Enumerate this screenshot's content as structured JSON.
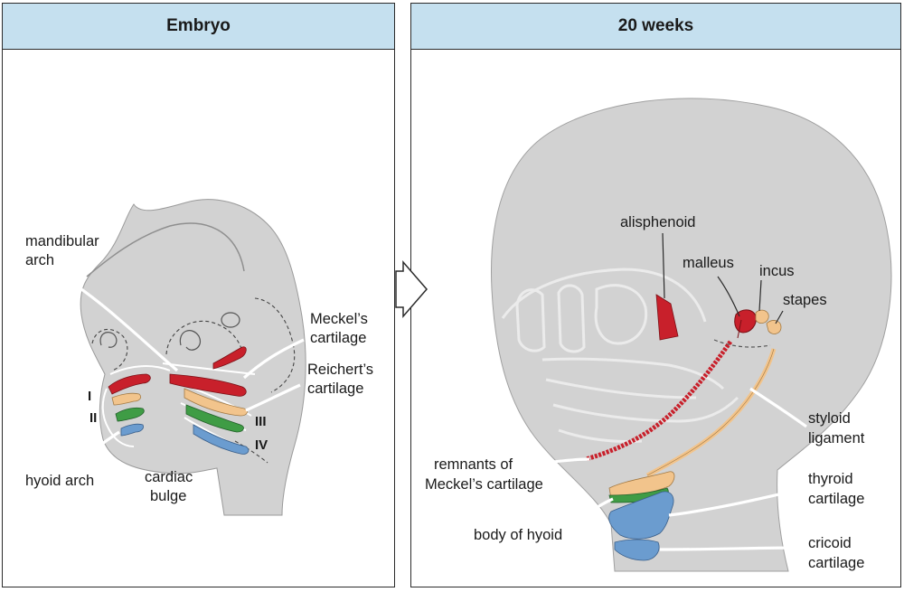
{
  "panels": {
    "left": {
      "title": "Embryo"
    },
    "right": {
      "title": "20 weeks"
    }
  },
  "labels": {
    "mandibular_arch": [
      "mandibular",
      "arch"
    ],
    "meckels_cartilage": [
      "Meckel’s",
      "cartilage"
    ],
    "reicherts_cartilage": [
      "Reichert’s",
      "cartilage"
    ],
    "hyoid_arch": "hyoid arch",
    "cardiac_bulge": [
      "cardiac",
      "bulge"
    ],
    "arch_numerals": [
      "I",
      "II",
      "III",
      "IV"
    ],
    "alisphenoid": "alisphenoid",
    "malleus": "malleus",
    "incus": "incus",
    "stapes": "stapes",
    "styloid_ligament": [
      "styloid",
      "ligament"
    ],
    "remnants": [
      "remnants of",
      "Meckel’s cartilage"
    ],
    "thyroid_cartilage": [
      "thyroid",
      "cartilage"
    ],
    "body_of_hyoid": "body of hyoid",
    "cricoid_cartilage": [
      "cricoid",
      "cartilage"
    ]
  },
  "colors": {
    "header_bg": "#c5e0ef",
    "tissue_gray": "#d2d2d2",
    "arch_1_red": "#c8202b",
    "arch_2_tan": "#f2c48c",
    "arch_3_green": "#3f9c45",
    "arch_4_blue": "#6b9ccf"
  },
  "icons": {
    "transition": "right-arrow-outline-icon"
  }
}
